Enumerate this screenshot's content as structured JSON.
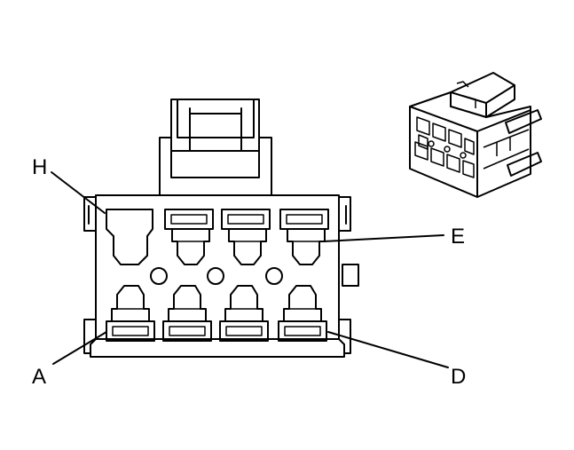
{
  "diagram": {
    "type": "connector-face-view",
    "callouts": {
      "h": "H",
      "e": "E",
      "a": "A",
      "d": "D"
    },
    "colors": {
      "line": "#000000",
      "background": "#ffffff"
    }
  }
}
